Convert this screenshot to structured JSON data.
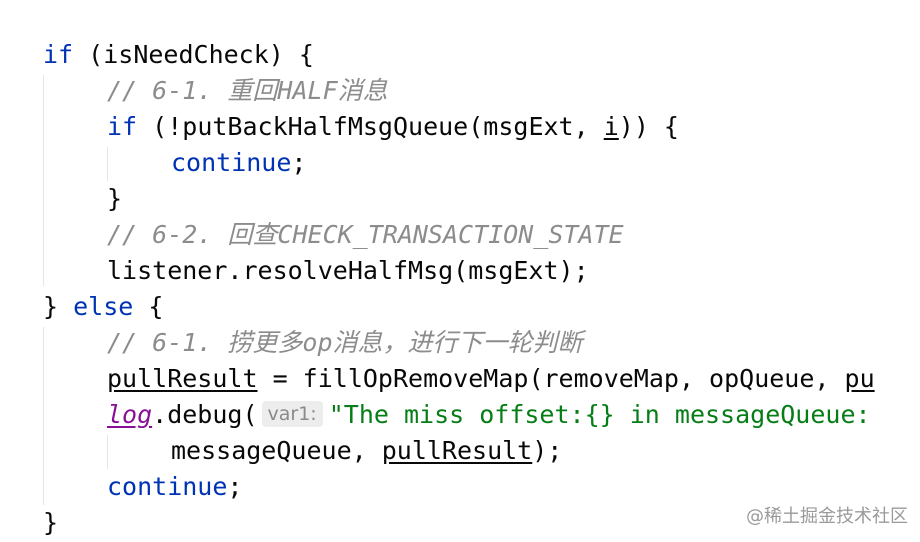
{
  "code": {
    "l1_kw_if": "if",
    "l1_rest": " (isNeedCheck) {",
    "l2_comment": "// 6-1. 重回HALF消息",
    "l3_kw_if": "if",
    "l3_a": " (!putBackHalfMsgQueue(msgExt, ",
    "l3_i": "i",
    "l3_b": ")) {",
    "l4_kw_continue": "continue",
    "l4_semi": ";",
    "l5_brace": "}",
    "l6_comment": "// 6-2. 回查CHECK_TRANSACTION_STATE",
    "l7_text": "listener.resolveHalfMsg(msgExt);",
    "l8_brace": "} ",
    "l8_kw_else": "else",
    "l8_rest": " {",
    "l9_comment": "// 6-1. 捞更多op消息，进行下一轮判断",
    "l10_pullresult": "pullResult",
    "l10_rest": " = fillOpRemoveMap(removeMap, opQueue, ",
    "l10_pu": "pu",
    "l11_log": "log",
    "l11_debug": ".debug(",
    "l11_hint": "var1:",
    "l11_string": "\"The miss offset:{} in messageQueue:",
    "l12_a": "messageQueue, ",
    "l12_pullresult": "pullResult",
    "l12_b": ");",
    "l13_kw_continue": "continue",
    "l13_semi": ";",
    "l14_brace": "}"
  },
  "watermark": "@稀土掘金技术社区",
  "colors": {
    "keyword": "#0033b3",
    "comment": "#8c8c8c",
    "string": "#067d17",
    "field": "#871094",
    "text": "#080808",
    "hint_bg": "#ededed"
  }
}
